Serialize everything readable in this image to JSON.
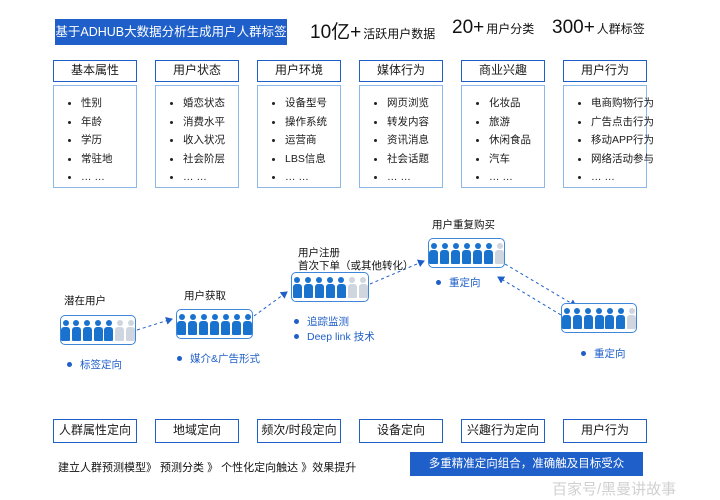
{
  "header": {
    "title": "基于ADHUB大数据分析生成用户人群标签",
    "stats": [
      {
        "num": "10亿+",
        "label": "活跃用户数据"
      },
      {
        "num": "20+",
        "label": "用户分类"
      },
      {
        "num": "300+",
        "label": "人群标签"
      }
    ]
  },
  "categories": [
    {
      "title": "基本属性",
      "items": [
        "性别",
        "年龄",
        "学历",
        "常驻地",
        "… …"
      ]
    },
    {
      "title": "用户状态",
      "items": [
        "婚恋状态",
        "消费水平",
        "收入状况",
        "社会阶层",
        "… …"
      ]
    },
    {
      "title": "用户环境",
      "items": [
        "设备型号",
        "操作系统",
        "运营商",
        "LBS信息",
        "… …"
      ]
    },
    {
      "title": "媒体行为",
      "items": [
        "网页浏览",
        "转发内容",
        "资讯消息",
        "社会话题",
        "… …"
      ]
    },
    {
      "title": "商业兴趣",
      "items": [
        "化妆品",
        "旅游",
        "休闲食品",
        "汽车",
        "… …"
      ]
    },
    {
      "title": "用户行为",
      "items": [
        "电商购物行为",
        "广告点击行为",
        "移动APP行为",
        "网络活动参与",
        "… …"
      ]
    }
  ],
  "funnel": {
    "stages": [
      {
        "label": "潜在用户",
        "notes": [
          "标签定向"
        ],
        "filled": 5
      },
      {
        "label": "用户获取",
        "notes": [
          "媒介&广告形式"
        ],
        "filled": 7
      },
      {
        "label": "用户注册\n首次下单（或其他转化）",
        "notes": [
          "追踪监测",
          "Deep link 技术"
        ],
        "filled": 5
      },
      {
        "label": "用户重复购买",
        "notes": [
          "重定向"
        ],
        "filled": 6
      },
      {
        "label": "",
        "notes": [
          "重定向"
        ],
        "filled": 6
      }
    ]
  },
  "targeting": [
    "人群属性定向",
    "地域定向",
    "频次/时段定向",
    "设备定向",
    "兴趣行为定向",
    "用户行为"
  ],
  "footer": {
    "process": "建立人群预测模型》 预测分类 》 个性化定向触达 》效果提升",
    "banner": "多重精准定向组合，准确触及目标受众"
  },
  "watermark": "百家号/黑曼讲故事",
  "colors": {
    "accent": "#1f5fc9",
    "person_active": "#1a72cf",
    "person_inactive": "#cfd6df"
  }
}
